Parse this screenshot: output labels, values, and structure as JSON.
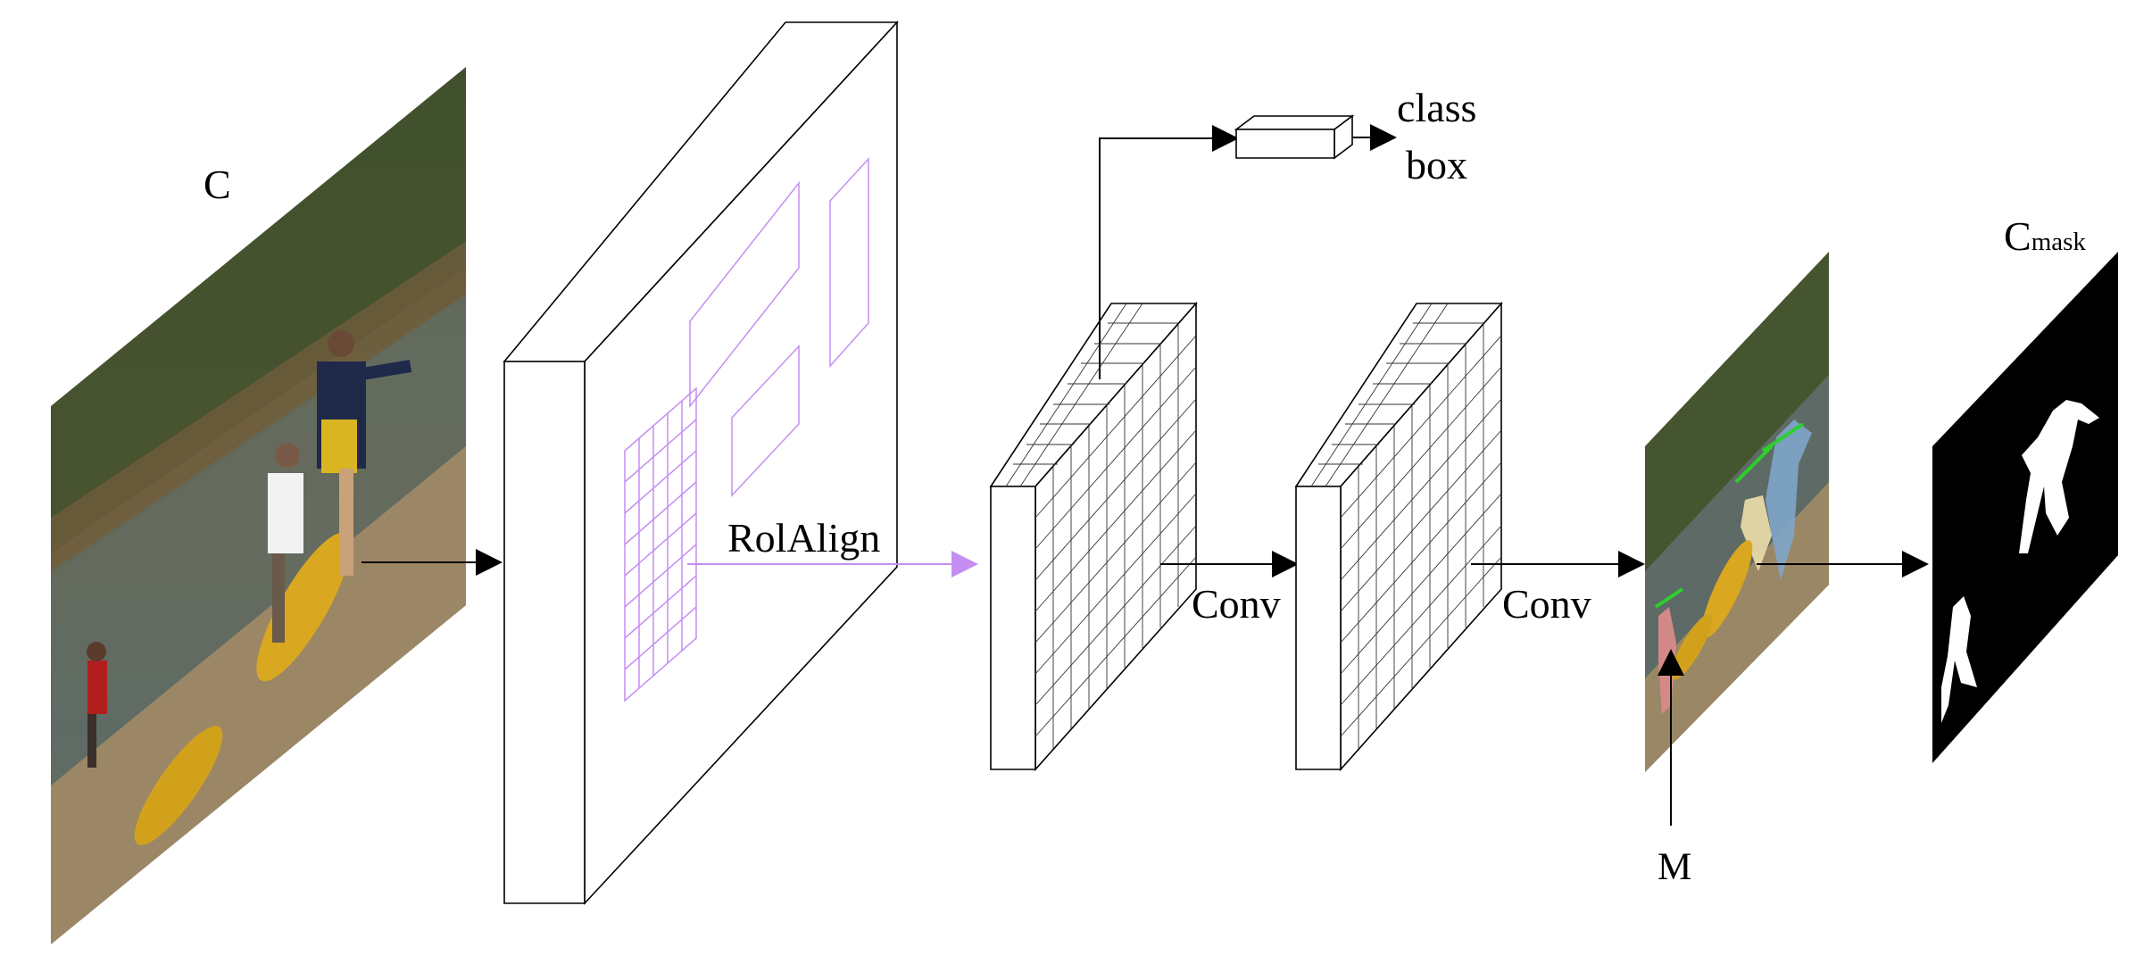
{
  "labels": {
    "input": "C",
    "roialign": "RolAlign",
    "class": "class",
    "box": "box",
    "conv1": "Conv",
    "conv2": "Conv",
    "m": "M",
    "cmask_main": "C",
    "cmask_sub": "mask"
  },
  "colors": {
    "roi": "#c58ef2",
    "line": "#000000",
    "mask_bg": "#000000",
    "mask_fg": "#ffffff"
  },
  "icons": {
    "input_image": "photo-people-with-canoes",
    "output_image": "photo-with-instance-masks",
    "mask_image": "binary-mask"
  }
}
